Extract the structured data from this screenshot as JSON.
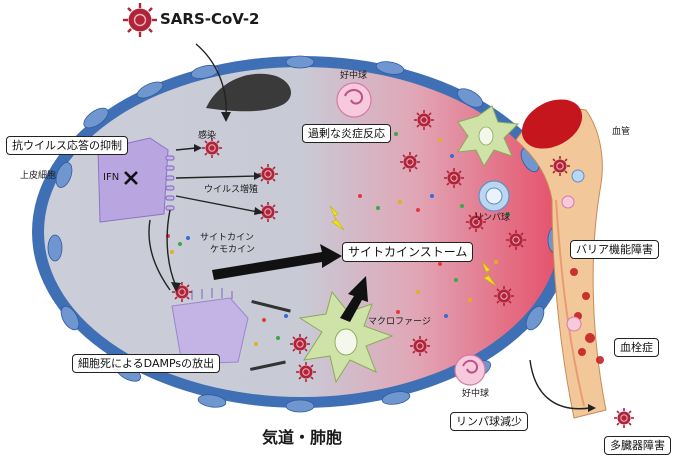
{
  "title": "SARS-CoV-2",
  "bottom_label": "気道・肺胞",
  "labels": {
    "neutrophil_top": "好中球",
    "infection": "感染",
    "epithelial": "上皮細胞",
    "ifn": "IFN",
    "virus_replication": "ウイルス増殖",
    "cytokine": "サイトカイン",
    "chemokine": "ケモカイン",
    "macrophage": "マクロファージ",
    "lymphocyte": "リンパ球",
    "neutrophil_bottom": "好中球",
    "blood_vessel": "血管"
  },
  "boxes": {
    "antiviral": "抗ウイルス応答の抑制",
    "inflammation": "過剰な炎症反応",
    "cytokine_storm": "サイトカインストーム",
    "damps": "細胞死によるDAMPsの放出",
    "barrier": "バリア機能障害",
    "thrombosis": "血栓症",
    "lymphopenia": "リンパ球減少",
    "organ_failure": "多臓器障害"
  },
  "colors": {
    "virus": "#b0243a",
    "membrane": "#3f6fb5",
    "tissue_grey": "#c9cbd6",
    "inflamed_pink": "#e6667a",
    "epithelial_cell": "#b9a6e0",
    "macrophage": "#cfe3a8",
    "vessel_red": "#c4161c",
    "vessel_wall": "#f2c79a"
  },
  "icons": [
    "virus-icon",
    "block-x-icon",
    "lightning-icon",
    "arrow-icon"
  ]
}
